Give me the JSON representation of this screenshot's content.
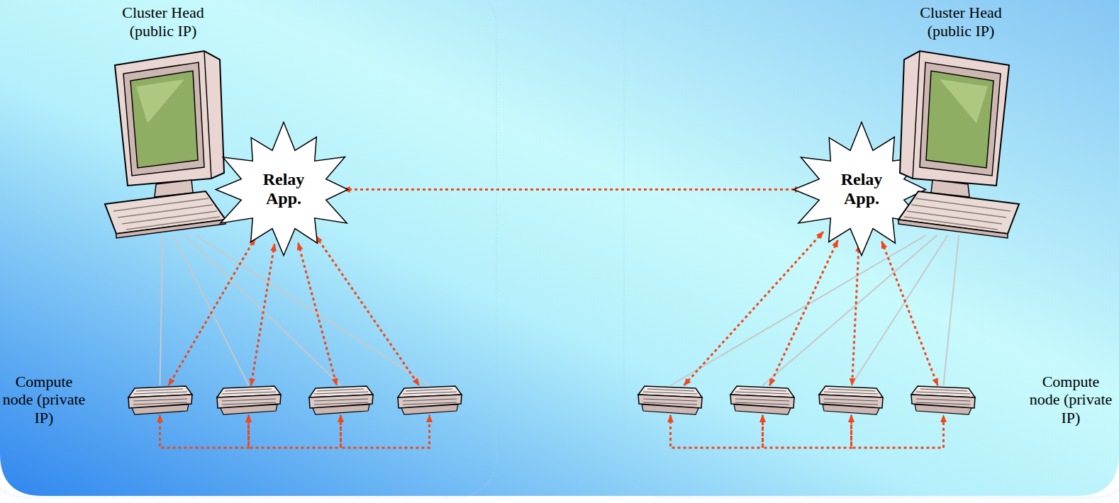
{
  "diagram": {
    "nodes": [
      {
        "text": [
          "Cluster Head (public IP)"
        ]
      },
      {
        "text": [
          "Relay App."
        ]
      },
      {
        "text": [
          "Relay App."
        ]
      },
      {
        "text": [
          "Cluster Head (public IP)"
        ]
      },
      {
        "text": [
          "Compute node (private IP)"
        ]
      },
      {
        "text": []
      },
      {
        "text": []
      },
      {
        "text": []
      },
      {
        "text": []
      },
      {
        "text": []
      },
      {
        "text": []
      },
      {
        "text": [
          "Compute node (private IP)"
        ]
      }
    ],
    "edges": [
      {
        "from": 1,
        "to": 2,
        "arrow": "both"
      },
      {
        "from": 1,
        "to": 4,
        "arrow": "both"
      },
      {
        "from": 1,
        "to": 5,
        "arrow": "both"
      },
      {
        "from": 1,
        "to": 6,
        "arrow": "both"
      },
      {
        "from": 1,
        "to": 7,
        "arrow": "both"
      },
      {
        "from": 2,
        "to": 8,
        "arrow": "both"
      },
      {
        "from": 2,
        "to": 9,
        "arrow": "both"
      },
      {
        "from": 2,
        "to": 10,
        "arrow": "both"
      },
      {
        "from": 2,
        "to": 11,
        "arrow": "both"
      },
      {
        "from": 0,
        "to": 4,
        "arrow": "none"
      },
      {
        "from": 0,
        "to": 5,
        "arrow": "none"
      },
      {
        "from": 0,
        "to": 6,
        "arrow": "none"
      },
      {
        "from": 0,
        "to": 7,
        "arrow": "none"
      },
      {
        "from": 3,
        "to": 8,
        "arrow": "none"
      },
      {
        "from": 3,
        "to": 9,
        "arrow": "none"
      },
      {
        "from": 3,
        "to": 10,
        "arrow": "none"
      },
      {
        "from": 3,
        "to": 11,
        "arrow": "none"
      },
      {
        "from": 4,
        "to": 5,
        "arrow": "both"
      },
      {
        "from": 5,
        "to": 6,
        "arrow": "both"
      },
      {
        "from": 6,
        "to": 7,
        "arrow": "both"
      },
      {
        "from": 8,
        "to": 9,
        "arrow": "both"
      },
      {
        "from": 9,
        "to": 10,
        "arrow": "both"
      },
      {
        "from": 10,
        "to": 11,
        "arrow": "both"
      }
    ]
  }
}
